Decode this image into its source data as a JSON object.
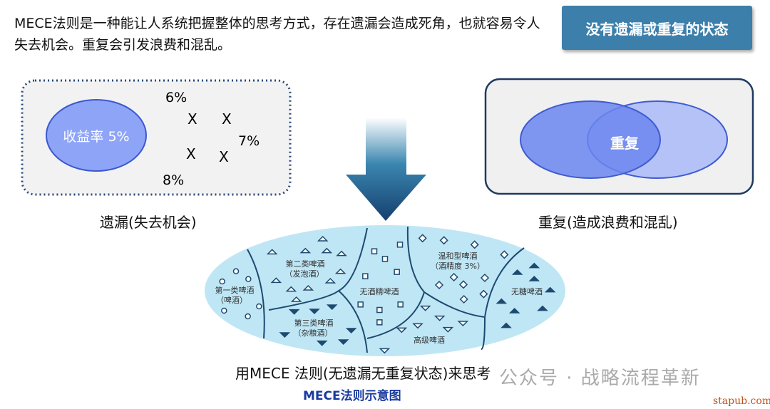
{
  "intro_text": "MECE法则是一种能让人系统把握整体的思考方式，存在遗漏会造成死角，也就容易令人失去机会。重复会引发浪费和混乱。",
  "title_box": "没有遗漏或重复的状态",
  "omission_panel": {
    "ellipse_label": "收益率 5%",
    "items": [
      "6%",
      "7%",
      "8%"
    ],
    "marks": [
      "X",
      "X",
      "X",
      "X"
    ],
    "caption": "遗漏(失去机会)"
  },
  "overlap_panel": {
    "overlap_label": "重复",
    "caption": "重复(造成浪费和混乱)"
  },
  "mece_diagram": {
    "segments": [
      {
        "line1": "第一类啤酒",
        "line2": "（啤酒）"
      },
      {
        "line1": "第二类啤酒",
        "line2": "（发泡酒）"
      },
      {
        "line1": "第三类啤酒",
        "line2": "（杂粮酒）"
      },
      {
        "line1": "无酒精啤酒"
      },
      {
        "line1": "温和型啤酒",
        "line2": "（酒精度 3%）"
      },
      {
        "line1": "高级啤酒"
      },
      {
        "line1": "无糖啤酒"
      }
    ]
  },
  "bottom_caption": "用MECE 法则(无遗漏无重复状态)来思考",
  "sub_caption": "MECE法则示意图",
  "watermark": "公众号 · 战略流程革新",
  "site": "stapub.com",
  "colors": {
    "title_box": "#3d7fab",
    "diagram_fill": "#bfe6f5",
    "line": "#1d4a70",
    "sub_caption": "#1a3aa0"
  }
}
